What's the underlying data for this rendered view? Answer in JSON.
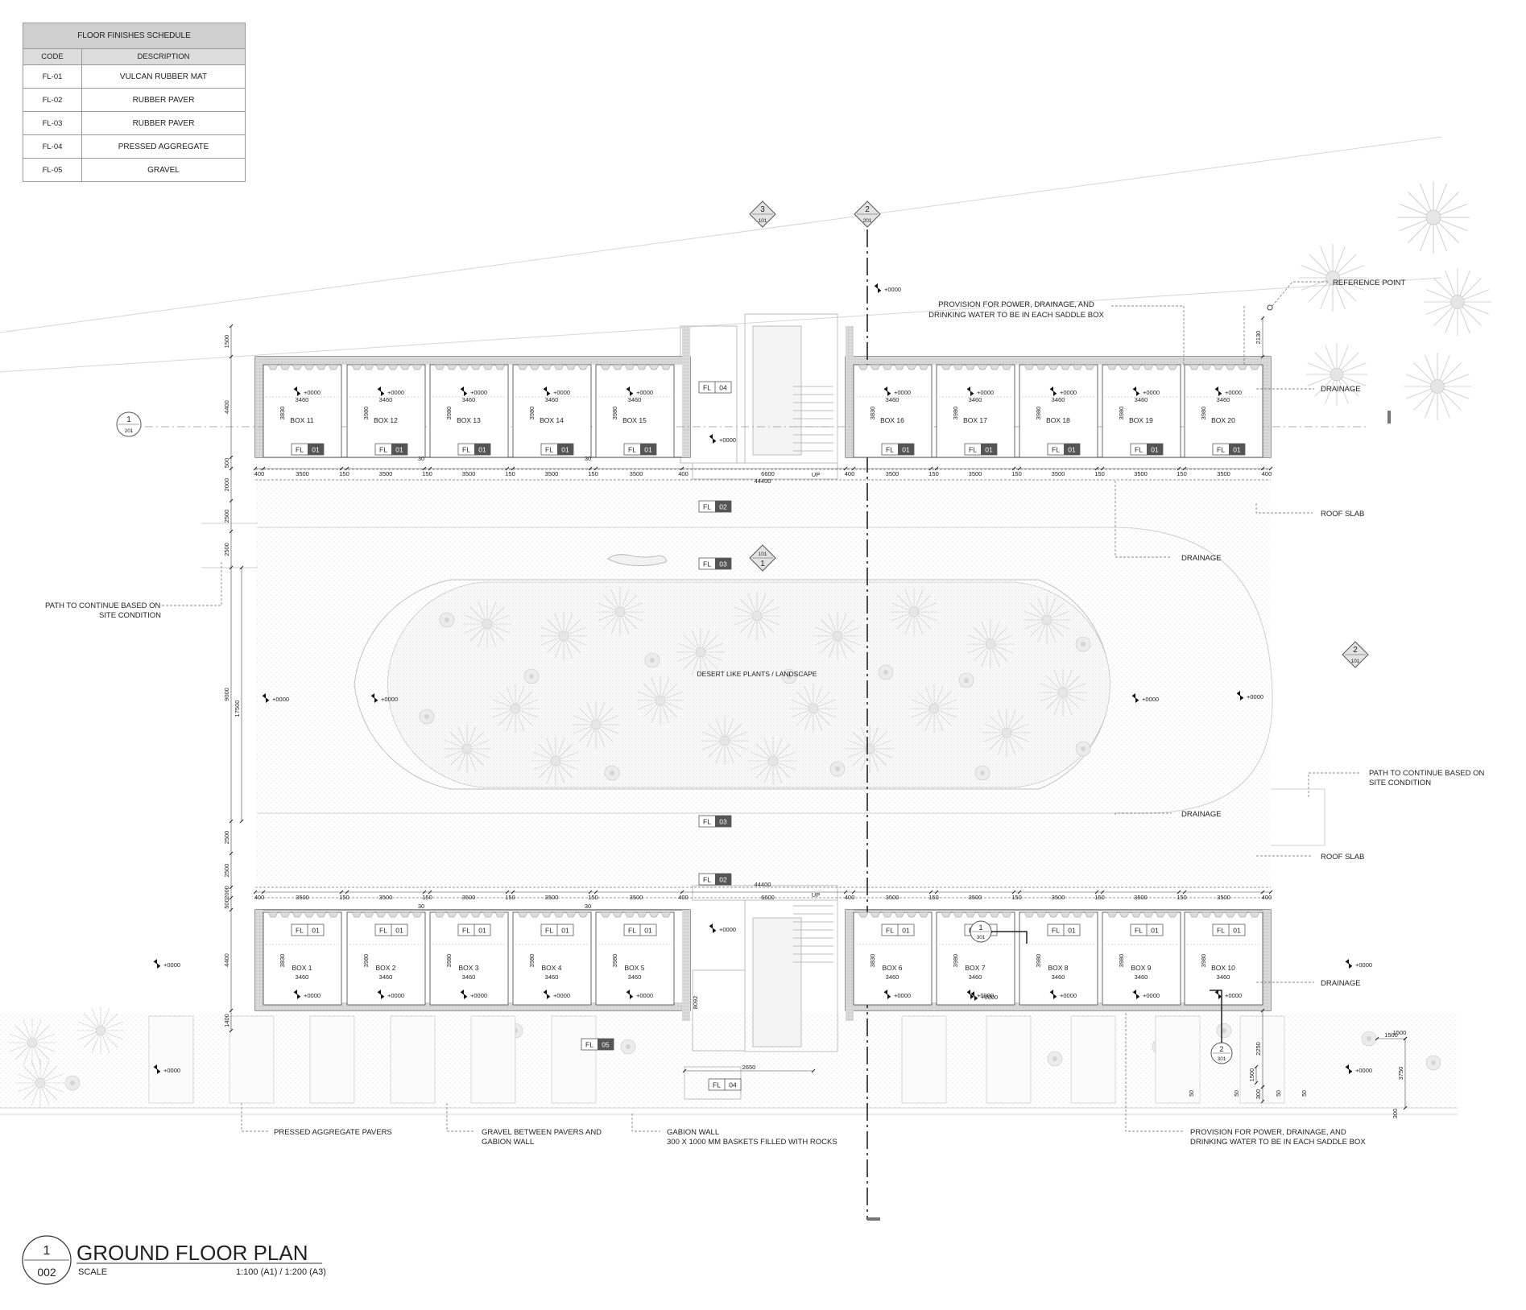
{
  "schedule": {
    "title": "FLOOR FINISHES SCHEDULE",
    "col_code": "CODE",
    "col_desc": "DESCRIPTION",
    "rows": [
      {
        "code": "FL-01",
        "desc": "VULCAN RUBBER MAT"
      },
      {
        "code": "FL-02",
        "desc": "RUBBER PAVER"
      },
      {
        "code": "FL-03",
        "desc": "RUBBER PAVER"
      },
      {
        "code": "FL-04",
        "desc": "PRESSED AGGREGATE"
      },
      {
        "code": "FL-05",
        "desc": "GRAVEL"
      }
    ]
  },
  "title_block": {
    "number": "1",
    "sheet": "002",
    "title": "GROUND FLOOR PLAN",
    "scale_label": "SCALE",
    "scale_value": "1:100 (A1) / 1:200 (A3)"
  },
  "section_markers": [
    {
      "number": "3",
      "sheet": "101"
    },
    {
      "number": "2",
      "sheet": "201"
    },
    {
      "number": "1",
      "sheet": "201"
    },
    {
      "number": "2",
      "sheet": "101"
    },
    {
      "number": "101",
      "sheet": "1"
    },
    {
      "number": "1",
      "sheet": "301"
    },
    {
      "number": "2",
      "sheet": "301"
    }
  ],
  "boxes_top": [
    "BOX 11",
    "BOX 12",
    "BOX 13",
    "BOX 14",
    "BOX 15",
    "BOX 16",
    "BOX 17",
    "BOX 18",
    "BOX 19",
    "BOX 20"
  ],
  "boxes_bottom": [
    "BOX 1",
    "BOX 2",
    "BOX 3",
    "BOX 4",
    "BOX 5",
    "BOX 6",
    "BOX 7",
    "BOX 8",
    "BOX 9",
    "BOX 10"
  ],
  "room_dim": "3460",
  "room_depth_dims": [
    "3830",
    "3980"
  ],
  "level": "+0000",
  "finish_tags": {
    "prefix": "FL",
    "codes": [
      "01",
      "02",
      "03",
      "04",
      "05"
    ]
  },
  "dims": {
    "bay": "3500",
    "gap": "150",
    "end": "400",
    "stair": "6600",
    "up": "UP",
    "total": "44400",
    "small": "30",
    "left_stack": [
      "1500",
      "4400",
      "500",
      "2000",
      "2500",
      "2500",
      "17500",
      "9000",
      "2500",
      "2500",
      "2000",
      "500",
      "4400",
      "1400"
    ],
    "right": [
      "2130",
      "2250",
      "1500",
      "300",
      "1500",
      "3750",
      "300"
    ],
    "stair_width": "2650",
    "stair_depth": "8092",
    "tick": "50"
  },
  "notes": {
    "reference_point": "REFERENCE POINT",
    "provision_top": [
      "PROVISION FOR POWER, DRAINAGE, AND",
      "DRINKING WATER TO BE IN EACH SADDLE BOX"
    ],
    "drainage": "DRAINAGE",
    "roof_slab": "ROOF SLAB",
    "path_left": [
      "PATH TO CONTINUE BASED ON",
      "SITE CONDITION"
    ],
    "path_right": [
      "PATH TO CONTINUE BASED ON",
      "SITE CONDITION"
    ],
    "landscape": "DESERT LIKE PLANTS / LANDSCAPE",
    "pavers": "PRESSED AGGREGATE PAVERS",
    "gravel": [
      "GRAVEL BETWEEN PAVERS AND",
      "GABION WALL"
    ],
    "gabion": [
      "GABION WALL",
      "300 X 1000 MM BASKETS FILLED WITH ROCKS"
    ],
    "provision_bottom": [
      "PROVISION FOR POWER, DRAINAGE, AND",
      "DRINKING WATER TO BE IN EACH SADDLE BOX"
    ]
  }
}
